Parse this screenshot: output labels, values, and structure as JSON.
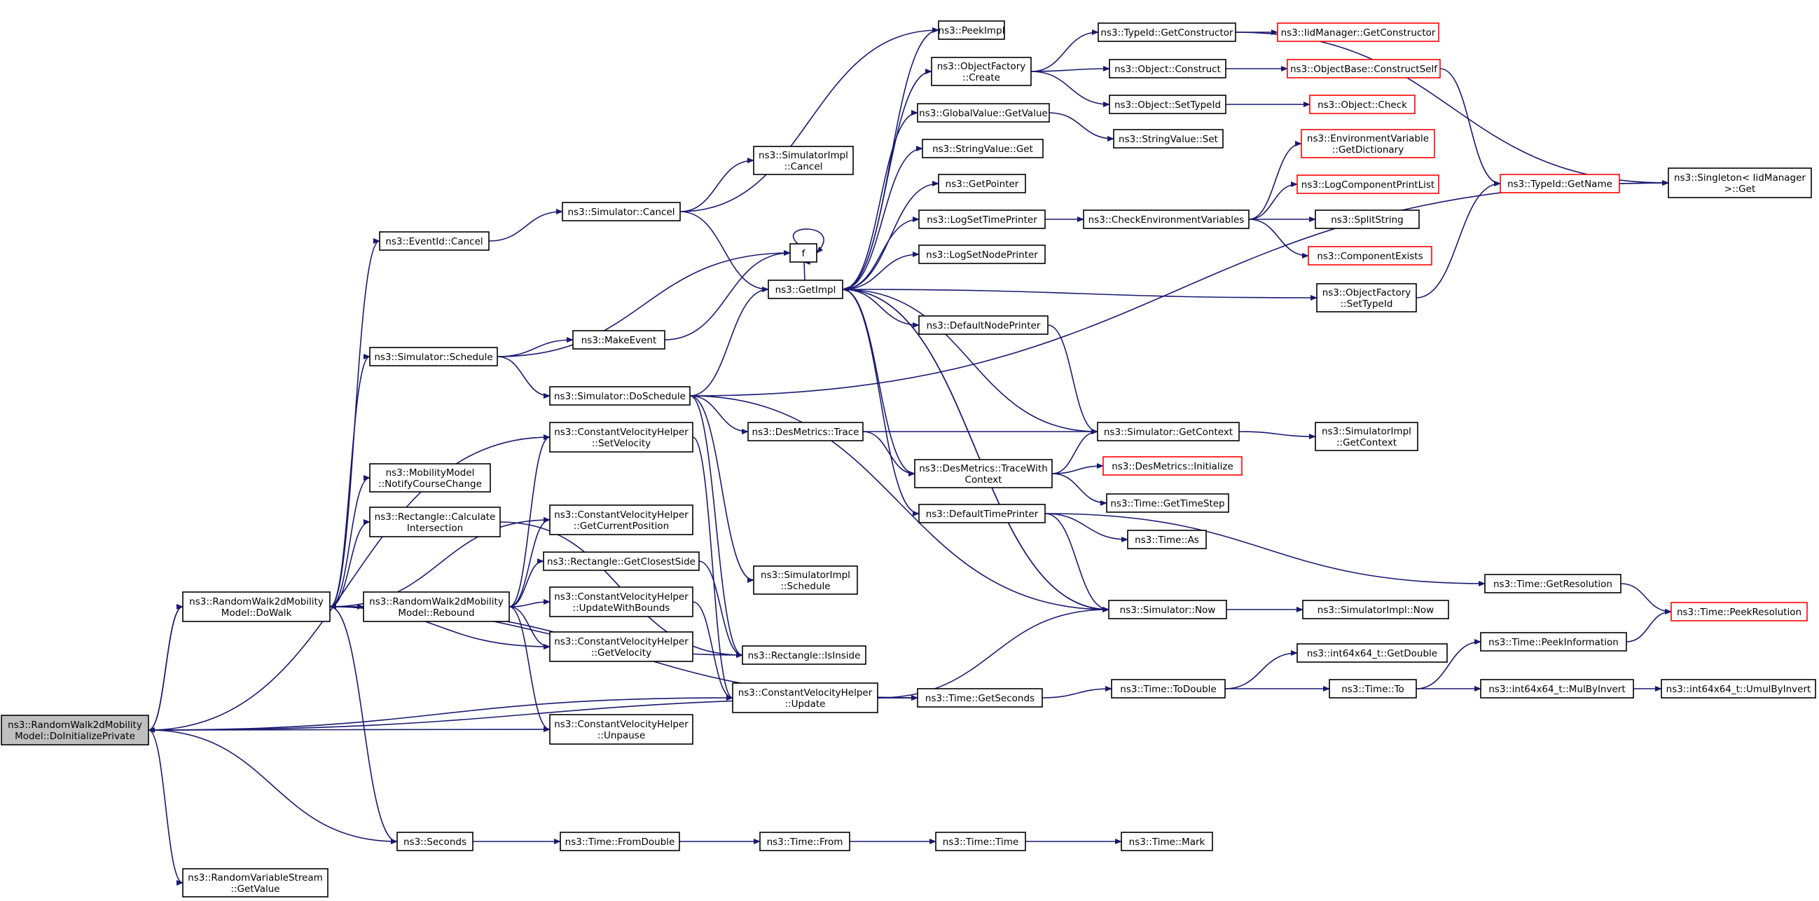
{
  "colors": {
    "background": "#ffffff",
    "edge": "#191970",
    "node_border": "#000000",
    "truncated_border": "#ff0000",
    "root_fill": "#bfbfbf",
    "node_fill": "#ffffff",
    "text": "#000000"
  },
  "graph": {
    "nodes": [
      {
        "id": "root",
        "lines": [
          "ns3::RandomWalk2dMobility",
          "Model::DoInitializePrivate"
        ],
        "style": "root"
      },
      {
        "id": "dowalk",
        "lines": [
          "ns3::RandomWalk2dMobility",
          "Model::DoWalk"
        ],
        "style": "normal"
      },
      {
        "id": "rebound",
        "lines": [
          "ns3::RandomWalk2dMobility",
          "Model::Rebound"
        ],
        "style": "normal"
      },
      {
        "id": "rvs_getvalue",
        "lines": [
          "ns3::RandomVariableStream",
          "::GetValue"
        ],
        "style": "normal"
      },
      {
        "id": "eventid_cancel",
        "lines": [
          "ns3::EventId::Cancel"
        ],
        "style": "normal"
      },
      {
        "id": "sim_schedule",
        "lines": [
          "ns3::Simulator::Schedule"
        ],
        "style": "normal"
      },
      {
        "id": "mm_notify",
        "lines": [
          "ns3::MobilityModel",
          "::NotifyCourseChange"
        ],
        "style": "normal"
      },
      {
        "id": "rect_calc",
        "lines": [
          "ns3::Rectangle::Calculate",
          "Intersection"
        ],
        "style": "normal"
      },
      {
        "id": "seconds",
        "lines": [
          "ns3::Seconds"
        ],
        "style": "normal"
      },
      {
        "id": "sim_cancel",
        "lines": [
          "ns3::Simulator::Cancel"
        ],
        "style": "normal"
      },
      {
        "id": "sim_doschedule",
        "lines": [
          "ns3::Simulator::DoSchedule"
        ],
        "style": "normal"
      },
      {
        "id": "makeevent",
        "lines": [
          "ns3::MakeEvent"
        ],
        "style": "normal"
      },
      {
        "id": "cvh_setvelocity",
        "lines": [
          "ns3::ConstantVelocityHelper",
          "::SetVelocity"
        ],
        "style": "normal"
      },
      {
        "id": "cvh_getcurpos",
        "lines": [
          "ns3::ConstantVelocityHelper",
          "::GetCurrentPosition"
        ],
        "style": "normal"
      },
      {
        "id": "rect_closest",
        "lines": [
          "ns3::Rectangle::GetClosestSide"
        ],
        "style": "normal"
      },
      {
        "id": "cvh_updatebounds",
        "lines": [
          "ns3::ConstantVelocityHelper",
          "::UpdateWithBounds"
        ],
        "style": "normal"
      },
      {
        "id": "cvh_getvelocity",
        "lines": [
          "ns3::ConstantVelocityHelper",
          "::GetVelocity"
        ],
        "style": "normal"
      },
      {
        "id": "cvh_unpause",
        "lines": [
          "ns3::ConstantVelocityHelper",
          "::Unpause"
        ],
        "style": "normal"
      },
      {
        "id": "simimpl_cancel",
        "lines": [
          "ns3::SimulatorImpl",
          "::Cancel"
        ],
        "style": "normal"
      },
      {
        "id": "f",
        "lines": [
          "f"
        ],
        "style": "normal"
      },
      {
        "id": "getimpl",
        "lines": [
          "ns3::GetImpl"
        ],
        "style": "normal"
      },
      {
        "id": "desmetrics_trace",
        "lines": [
          "ns3::DesMetrics::Trace"
        ],
        "style": "normal"
      },
      {
        "id": "simimpl_schedule",
        "lines": [
          "ns3::SimulatorImpl",
          "::Schedule"
        ],
        "style": "normal"
      },
      {
        "id": "rect_isinside",
        "lines": [
          "ns3::Rectangle::IsInside"
        ],
        "style": "normal"
      },
      {
        "id": "cvh_update",
        "lines": [
          "ns3::ConstantVelocityHelper",
          "::Update"
        ],
        "style": "normal"
      },
      {
        "id": "time_fromdouble",
        "lines": [
          "ns3::Time::FromDouble"
        ],
        "style": "normal"
      },
      {
        "id": "peekimpl",
        "lines": [
          "ns3::PeekImpl"
        ],
        "style": "normal"
      },
      {
        "id": "objfactory_create",
        "lines": [
          "ns3::ObjectFactory",
          "::Create"
        ],
        "style": "normal"
      },
      {
        "id": "globalvalue_getvalue",
        "lines": [
          "ns3::GlobalValue::GetValue"
        ],
        "style": "normal"
      },
      {
        "id": "stringvalue_get",
        "lines": [
          "ns3::StringValue::Get"
        ],
        "style": "normal"
      },
      {
        "id": "getpointer",
        "lines": [
          "ns3::GetPointer"
        ],
        "style": "normal"
      },
      {
        "id": "logsettimeprinter",
        "lines": [
          "ns3::LogSetTimePrinter"
        ],
        "style": "normal"
      },
      {
        "id": "logsetnodeprinter",
        "lines": [
          "ns3::LogSetNodePrinter"
        ],
        "style": "normal"
      },
      {
        "id": "defaultnodeprinter",
        "lines": [
          "ns3::DefaultNodePrinter"
        ],
        "style": "normal"
      },
      {
        "id": "desmetrics_tracewith",
        "lines": [
          "ns3::DesMetrics::TraceWith",
          "Context"
        ],
        "style": "normal"
      },
      {
        "id": "defaulttimeprinter",
        "lines": [
          "ns3::DefaultTimePrinter"
        ],
        "style": "normal"
      },
      {
        "id": "time_getseconds",
        "lines": [
          "ns3::Time::GetSeconds"
        ],
        "style": "normal"
      },
      {
        "id": "time_from",
        "lines": [
          "ns3::Time::From"
        ],
        "style": "normal"
      },
      {
        "id": "typeid_getconstructor",
        "lines": [
          "ns3::TypeId::GetConstructor"
        ],
        "style": "normal"
      },
      {
        "id": "object_construct",
        "lines": [
          "ns3::Object::Construct"
        ],
        "style": "normal"
      },
      {
        "id": "object_settypeid",
        "lines": [
          "ns3::Object::SetTypeId"
        ],
        "style": "normal"
      },
      {
        "id": "stringvalue_set",
        "lines": [
          "ns3::StringValue::Set"
        ],
        "style": "normal"
      },
      {
        "id": "checkenv",
        "lines": [
          "ns3::CheckEnvironmentVariables"
        ],
        "style": "normal"
      },
      {
        "id": "sim_getcontext",
        "lines": [
          "ns3::Simulator::GetContext"
        ],
        "style": "normal"
      },
      {
        "id": "time_gettimestep",
        "lines": [
          "ns3::Time::GetTimeStep"
        ],
        "style": "normal"
      },
      {
        "id": "time_as",
        "lines": [
          "ns3::Time::As"
        ],
        "style": "normal"
      },
      {
        "id": "sim_now",
        "lines": [
          "ns3::Simulator::Now"
        ],
        "style": "normal"
      },
      {
        "id": "time_todouble",
        "lines": [
          "ns3::Time::ToDouble"
        ],
        "style": "normal"
      },
      {
        "id": "time_time",
        "lines": [
          "ns3::Time::Time"
        ],
        "style": "normal"
      },
      {
        "id": "iidmanager_getconstructor",
        "lines": [
          "ns3::IidManager::GetConstructor"
        ],
        "style": "truncated"
      },
      {
        "id": "objectbase_constructself",
        "lines": [
          "ns3::ObjectBase::ConstructSelf"
        ],
        "style": "truncated"
      },
      {
        "id": "object_check",
        "lines": [
          "ns3::Object::Check"
        ],
        "style": "truncated"
      },
      {
        "id": "envvar_getdict",
        "lines": [
          "ns3::EnvironmentVariable",
          "::GetDictionary"
        ],
        "style": "truncated"
      },
      {
        "id": "logcomponentprintlist",
        "lines": [
          "ns3::LogComponentPrintList"
        ],
        "style": "truncated"
      },
      {
        "id": "splitstring",
        "lines": [
          "ns3::SplitString"
        ],
        "style": "normal"
      },
      {
        "id": "componentexists",
        "lines": [
          "ns3::ComponentExists"
        ],
        "style": "truncated"
      },
      {
        "id": "objfactory_settypeid",
        "lines": [
          "ns3::ObjectFactory",
          "::SetTypeId"
        ],
        "style": "normal"
      },
      {
        "id": "simimpl_getcontext",
        "lines": [
          "ns3::SimulatorImpl",
          "::GetContext"
        ],
        "style": "normal"
      },
      {
        "id": "desmetrics_initialize",
        "lines": [
          "ns3::DesMetrics::Initialize"
        ],
        "style": "truncated"
      },
      {
        "id": "simimpl_now",
        "lines": [
          "ns3::SimulatorImpl::Now"
        ],
        "style": "normal"
      },
      {
        "id": "int64_getdouble",
        "lines": [
          "ns3::int64x64_t::GetDouble"
        ],
        "style": "normal"
      },
      {
        "id": "time_to",
        "lines": [
          "ns3::Time::To"
        ],
        "style": "normal"
      },
      {
        "id": "time_mark",
        "lines": [
          "ns3::Time::Mark"
        ],
        "style": "normal"
      },
      {
        "id": "typeid_getname",
        "lines": [
          "ns3::TypeId::GetName"
        ],
        "style": "truncated"
      },
      {
        "id": "time_getresolution",
        "lines": [
          "ns3::Time::GetResolution"
        ],
        "style": "normal"
      },
      {
        "id": "time_peekinformation",
        "lines": [
          "ns3::Time::PeekInformation"
        ],
        "style": "normal"
      },
      {
        "id": "int64_mulbyinvert",
        "lines": [
          "ns3::int64x64_t::MulByInvert"
        ],
        "style": "normal"
      },
      {
        "id": "singleton_get",
        "lines": [
          "ns3::Singleton< IidManager",
          " >::Get"
        ],
        "style": "normal"
      },
      {
        "id": "time_peekresolution",
        "lines": [
          "ns3::Time::PeekResolution"
        ],
        "style": "truncated"
      },
      {
        "id": "int64_umulbyinvert",
        "lines": [
          "ns3::int64x64_t::UmulByInvert"
        ],
        "style": "normal"
      }
    ],
    "edges": [
      [
        "root",
        "dowalk"
      ],
      [
        "root",
        "rvs_getvalue"
      ],
      [
        "root",
        "seconds"
      ],
      [
        "root",
        "cvh_setvelocity"
      ],
      [
        "root",
        "cvh_unpause"
      ],
      [
        "root",
        "cvh_update"
      ],
      [
        "root",
        "time_getseconds"
      ],
      [
        "dowalk",
        "root"
      ],
      [
        "dowalk",
        "rebound"
      ],
      [
        "dowalk",
        "eventid_cancel"
      ],
      [
        "dowalk",
        "sim_schedule"
      ],
      [
        "dowalk",
        "mm_notify"
      ],
      [
        "dowalk",
        "rect_calc"
      ],
      [
        "dowalk",
        "cvh_getcurpos"
      ],
      [
        "dowalk",
        "cvh_getvelocity"
      ],
      [
        "dowalk",
        "rect_isinside"
      ],
      [
        "dowalk",
        "seconds"
      ],
      [
        "dowalk",
        "time_getseconds"
      ],
      [
        "rebound",
        "dowalk"
      ],
      [
        "rebound",
        "cvh_setvelocity"
      ],
      [
        "rebound",
        "cvh_getcurpos"
      ],
      [
        "rebound",
        "rect_closest"
      ],
      [
        "rebound",
        "cvh_updatebounds"
      ],
      [
        "rebound",
        "cvh_getvelocity"
      ],
      [
        "rebound",
        "cvh_unpause"
      ],
      [
        "eventid_cancel",
        "sim_cancel"
      ],
      [
        "sim_cancel",
        "simimpl_cancel"
      ],
      [
        "sim_cancel",
        "getimpl"
      ],
      [
        "sim_cancel",
        "peekimpl"
      ],
      [
        "sim_schedule",
        "makeevent"
      ],
      [
        "sim_schedule",
        "sim_doschedule"
      ],
      [
        "sim_schedule",
        "f"
      ],
      [
        "makeevent",
        "f"
      ],
      [
        "f",
        "f"
      ],
      [
        "sim_doschedule",
        "getimpl"
      ],
      [
        "sim_doschedule",
        "desmetrics_trace"
      ],
      [
        "sim_doschedule",
        "simimpl_schedule"
      ],
      [
        "sim_doschedule",
        "sim_now"
      ],
      [
        "sim_doschedule",
        "singleton_get"
      ],
      [
        "sim_doschedule",
        "rect_isinside"
      ],
      [
        "cvh_setvelocity",
        "cvh_update"
      ],
      [
        "rect_calc",
        "rect_isinside"
      ],
      [
        "rect_closest",
        "rect_isinside"
      ],
      [
        "cvh_updatebounds",
        "cvh_update"
      ],
      [
        "cvh_update",
        "sim_now"
      ],
      [
        "cvh_update",
        "time_getseconds"
      ],
      [
        "getimpl",
        "peekimpl"
      ],
      [
        "getimpl",
        "objfactory_create"
      ],
      [
        "getimpl",
        "globalvalue_getvalue"
      ],
      [
        "getimpl",
        "stringvalue_get"
      ],
      [
        "getimpl",
        "getpointer"
      ],
      [
        "getimpl",
        "logsettimeprinter"
      ],
      [
        "getimpl",
        "logsetnodeprinter"
      ],
      [
        "getimpl",
        "defaultnodeprinter"
      ],
      [
        "getimpl",
        "defaulttimeprinter"
      ],
      [
        "getimpl",
        "objfactory_settypeid"
      ],
      [
        "getimpl",
        "f"
      ],
      [
        "getimpl",
        "desmetrics_tracewith"
      ],
      [
        "getimpl",
        "sim_now"
      ],
      [
        "desmetrics_trace",
        "desmetrics_tracewith"
      ],
      [
        "desmetrics_trace",
        "sim_getcontext"
      ],
      [
        "objfactory_create",
        "typeid_getconstructor"
      ],
      [
        "objfactory_create",
        "object_construct"
      ],
      [
        "objfactory_create",
        "object_settypeid"
      ],
      [
        "globalvalue_getvalue",
        "stringvalue_set"
      ],
      [
        "logsettimeprinter",
        "checkenv"
      ],
      [
        "defaultnodeprinter",
        "sim_getcontext"
      ],
      [
        "desmetrics_tracewith",
        "sim_getcontext"
      ],
      [
        "desmetrics_tracewith",
        "desmetrics_initialize"
      ],
      [
        "desmetrics_tracewith",
        "time_gettimestep"
      ],
      [
        "defaulttimeprinter",
        "time_as"
      ],
      [
        "defaulttimeprinter",
        "sim_now"
      ],
      [
        "defaulttimeprinter",
        "time_getresolution"
      ],
      [
        "sim_getcontext",
        "getimpl"
      ],
      [
        "sim_getcontext",
        "simimpl_getcontext"
      ],
      [
        "sim_now",
        "getimpl"
      ],
      [
        "sim_now",
        "simimpl_now"
      ],
      [
        "time_getseconds",
        "time_todouble"
      ],
      [
        "time_todouble",
        "int64_getdouble"
      ],
      [
        "time_todouble",
        "time_to"
      ],
      [
        "time_to",
        "time_peekinformation"
      ],
      [
        "time_to",
        "int64_mulbyinvert"
      ],
      [
        "int64_mulbyinvert",
        "int64_umulbyinvert"
      ],
      [
        "time_peekinformation",
        "time_peekresolution"
      ],
      [
        "time_getresolution",
        "time_peekresolution"
      ],
      [
        "typeid_getconstructor",
        "iidmanager_getconstructor"
      ],
      [
        "typeid_getconstructor",
        "singleton_get"
      ],
      [
        "object_construct",
        "objectbase_constructself"
      ],
      [
        "object_settypeid",
        "object_check"
      ],
      [
        "objectbase_constructself",
        "typeid_getname"
      ],
      [
        "objfactory_settypeid",
        "typeid_getname"
      ],
      [
        "typeid_getname",
        "singleton_get"
      ],
      [
        "checkenv",
        "envvar_getdict"
      ],
      [
        "checkenv",
        "logcomponentprintlist"
      ],
      [
        "checkenv",
        "splitstring"
      ],
      [
        "checkenv",
        "componentexists"
      ],
      [
        "seconds",
        "time_fromdouble"
      ],
      [
        "time_fromdouble",
        "time_from"
      ],
      [
        "time_from",
        "time_time"
      ],
      [
        "time_time",
        "time_mark"
      ]
    ]
  }
}
